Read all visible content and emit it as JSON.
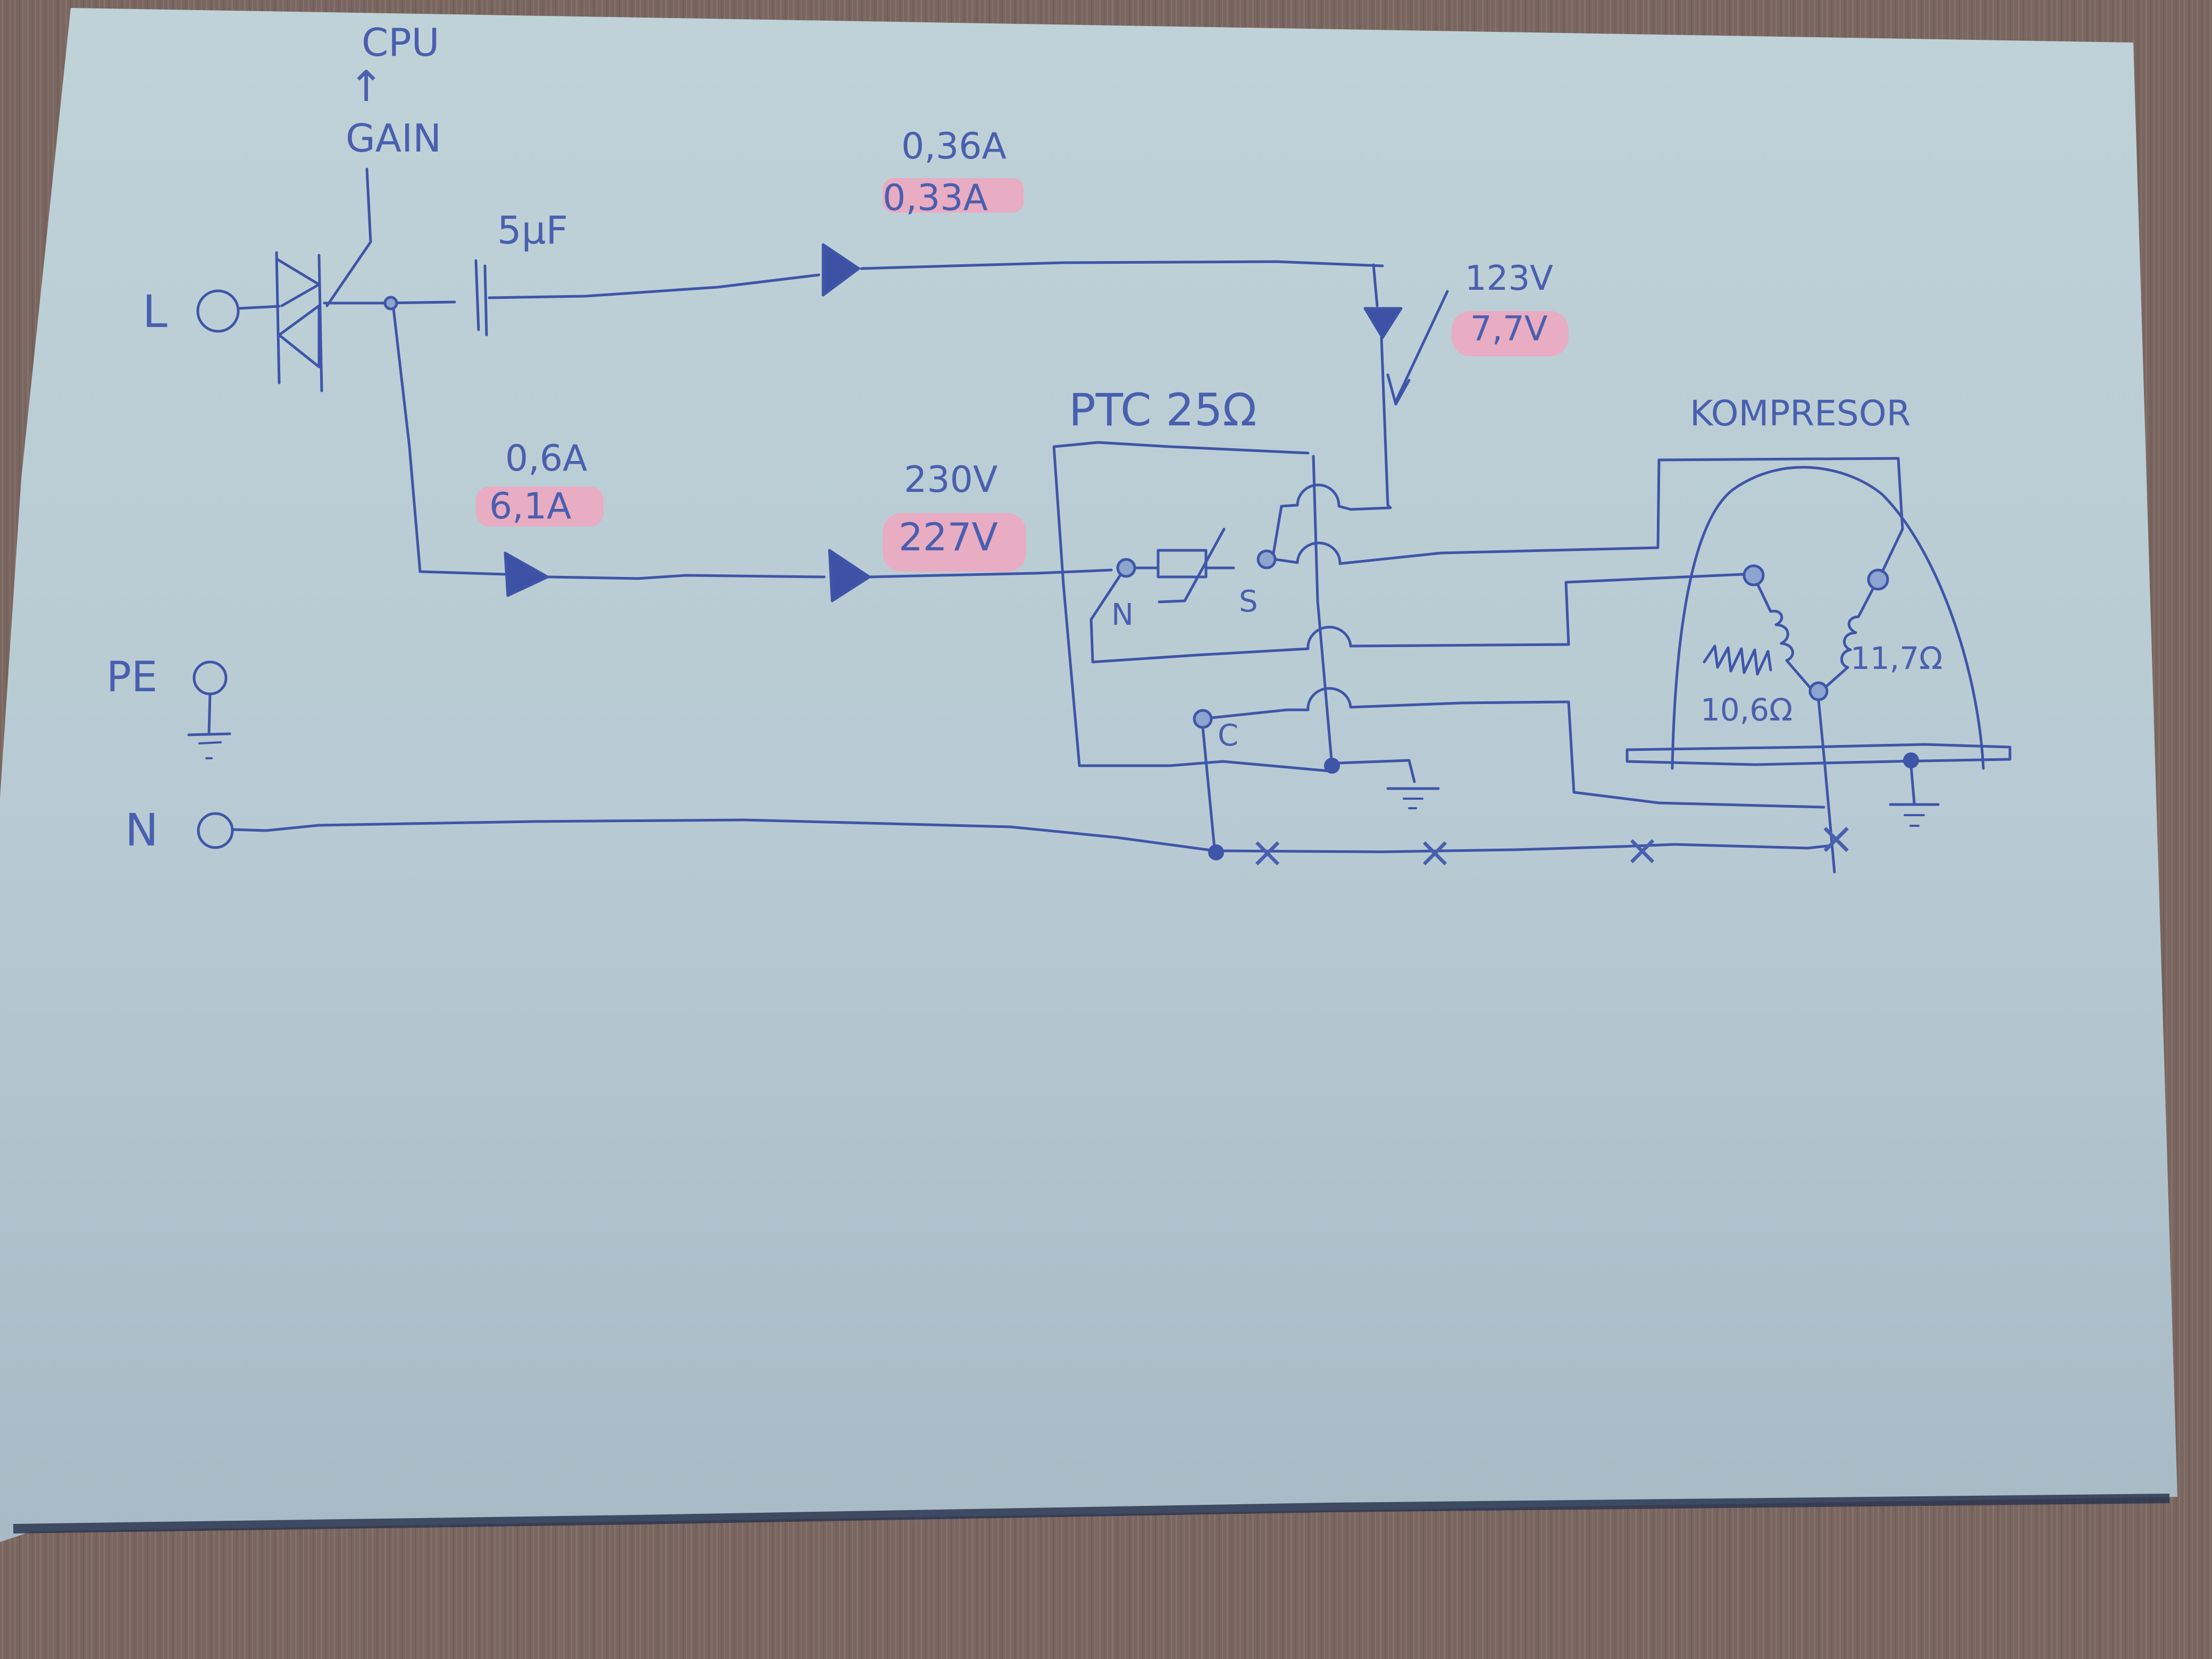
{
  "sheet": {
    "colors": {
      "paper": "#bccfd6",
      "paper_shadow": "#a9bcc6",
      "wood": "#7a6660",
      "ink": "#3f55a8",
      "highlighter": "#f0a6bf"
    }
  },
  "supply": {
    "line_label": "L",
    "neutral_label": "N",
    "earth_label": "PE"
  },
  "control": {
    "cpu_label": "CPU",
    "arrow_glyph": "↑",
    "gate_label": "GAIN"
  },
  "capacitor": {
    "label": "5µF"
  },
  "measurements": {
    "cap_branch_current": {
      "original": "0,36A",
      "measured": "0,33A"
    },
    "main_branch_current": {
      "original": "0,6A",
      "measured": "6,1A"
    },
    "main_branch_voltage": {
      "original": "230V",
      "measured": "227V"
    },
    "start_branch_voltage": {
      "original": "123V",
      "measured": "7,7V"
    }
  },
  "ptc": {
    "title": "PTC 25Ω",
    "terminal_n": "N",
    "terminal_s": "S",
    "terminal_c": "C"
  },
  "compressor": {
    "title": "KOMPRESOR",
    "winding_left_resistance": "10,6Ω",
    "winding_right_resistance": "11,7Ω"
  },
  "neutral_bus": {
    "break_mark_glyph": "×",
    "break_mark_count": 4
  }
}
